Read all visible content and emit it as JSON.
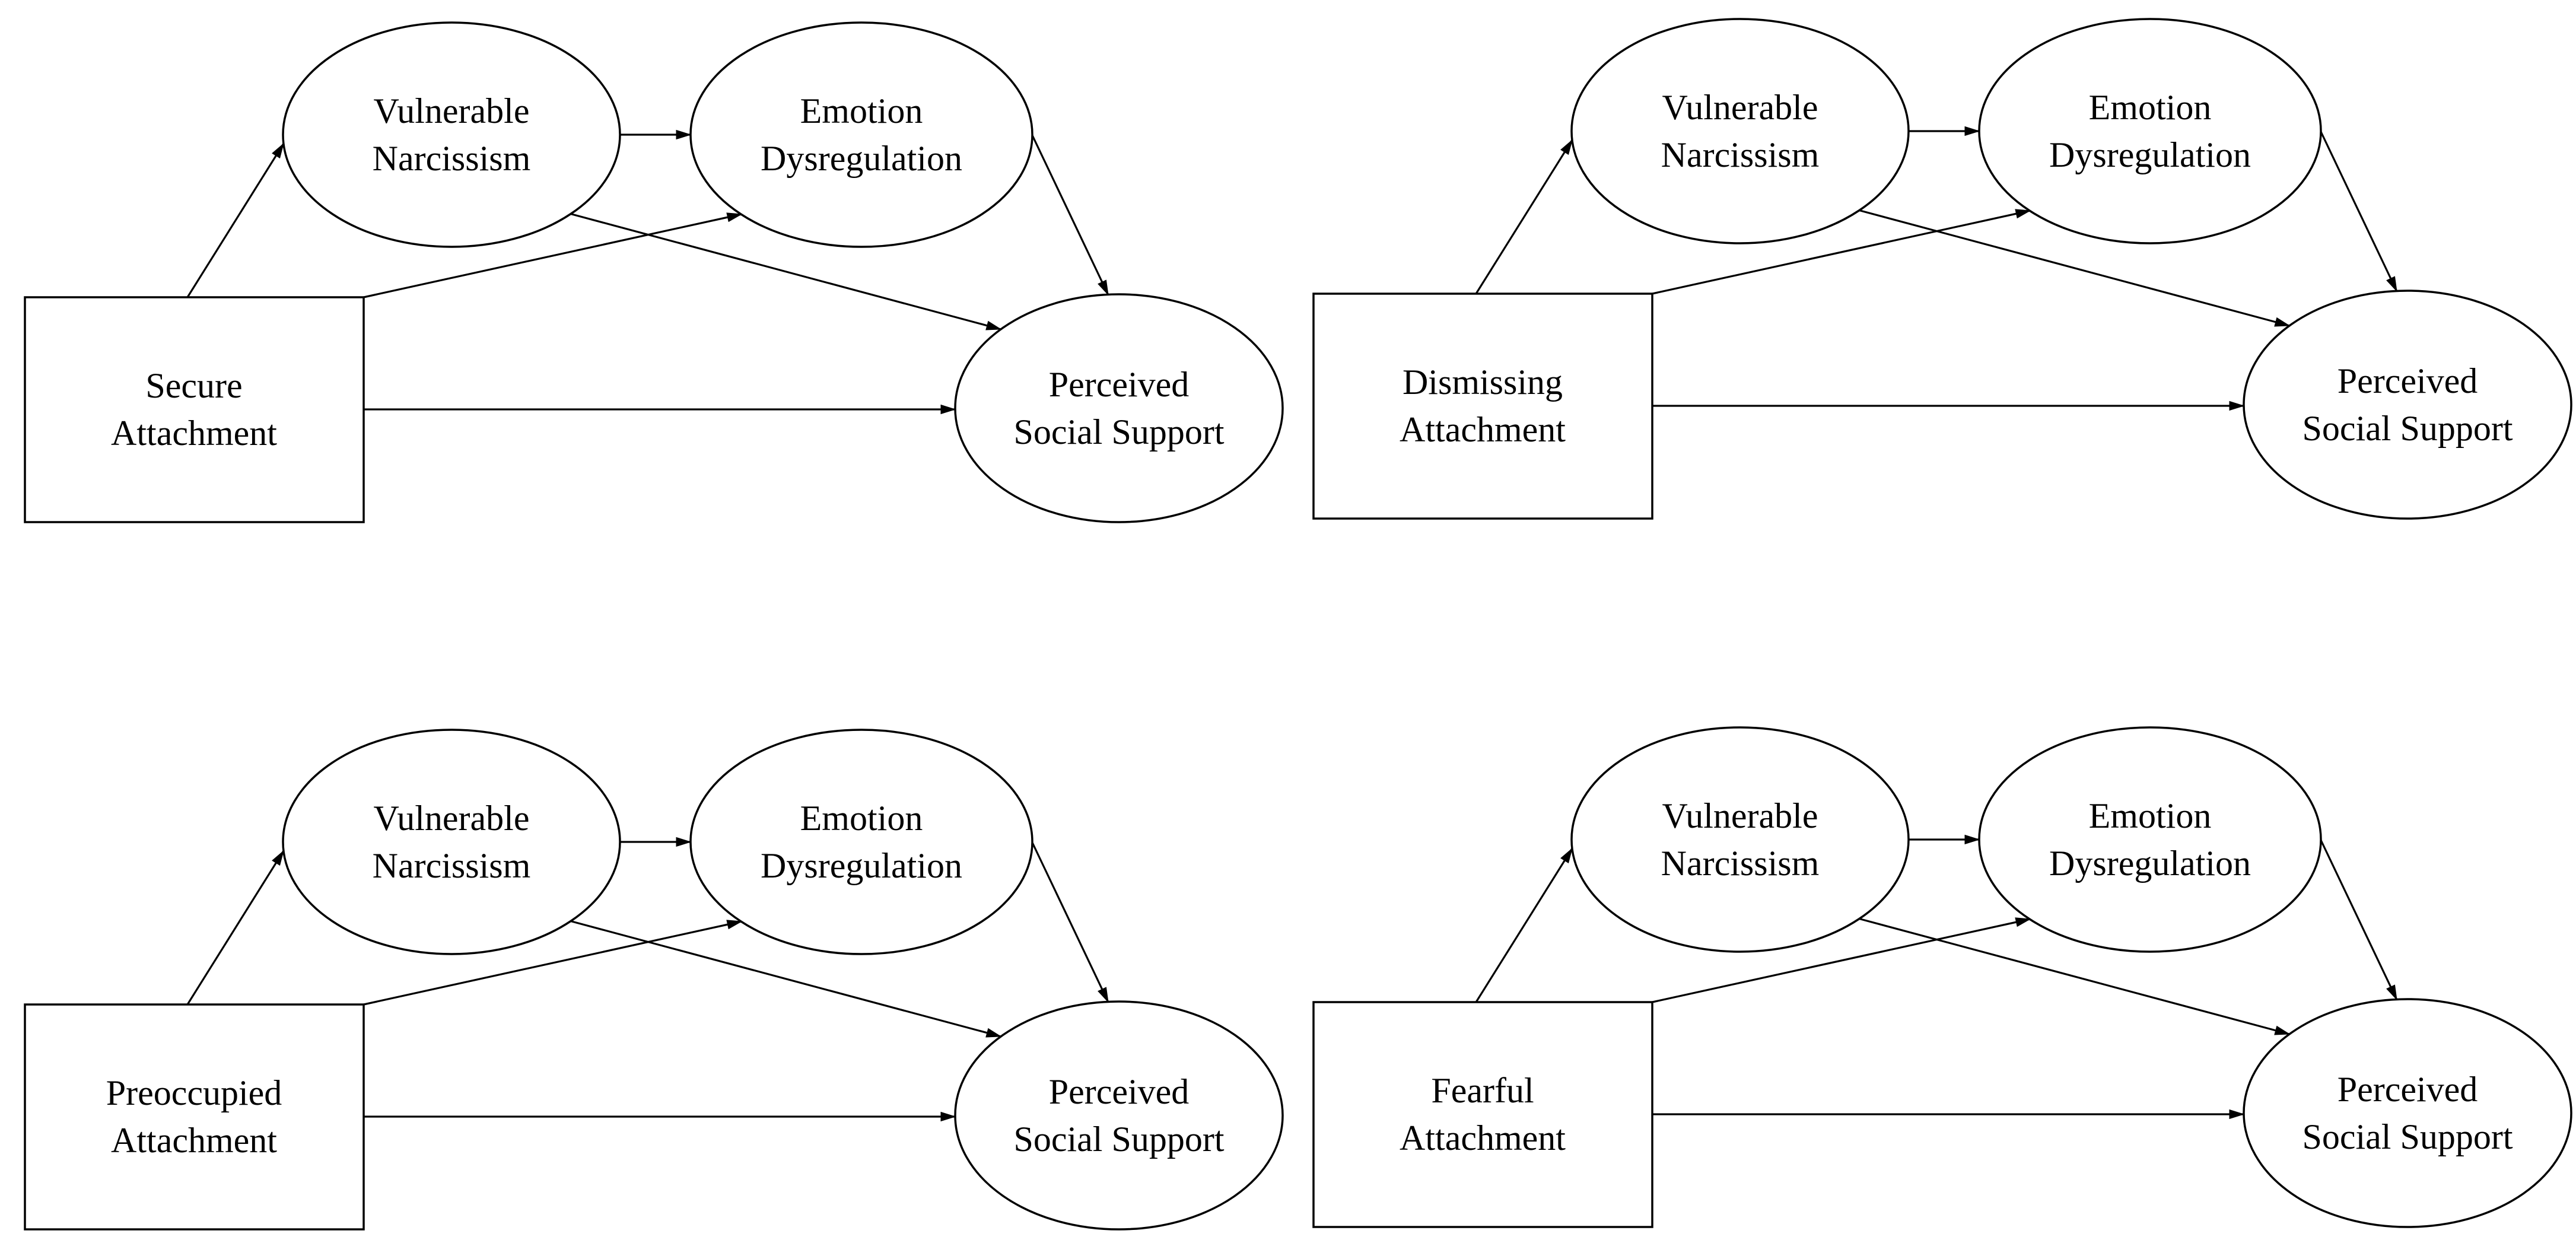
{
  "figure": {
    "type": "mediation-path-model-diagrams",
    "colors": {
      "background": "#ffffff",
      "stroke": "#000000",
      "text": "#000000"
    },
    "shared": {
      "mediator1": {
        "line1": "Vulnerable",
        "line2": "Narcissism"
      },
      "mediator2": {
        "line1": "Emotion",
        "line2": "Dysregulation"
      },
      "outcome": {
        "line1": "Perceived",
        "line2": "Social Support"
      }
    },
    "diagrams": [
      {
        "name": "secure-attachment-model",
        "predictor": {
          "line1": "Secure",
          "line2": "Attachment"
        }
      },
      {
        "name": "dismissing-attachment-model",
        "predictor": {
          "line1": "Dismissing",
          "line2": "Attachment"
        }
      },
      {
        "name": "preoccupied-attachment-model",
        "predictor": {
          "line1": "Preoccupied",
          "line2": "Attachment"
        }
      },
      {
        "name": "fearful-attachment-model",
        "predictor": {
          "line1": "Fearful",
          "line2": "Attachment"
        }
      }
    ]
  }
}
